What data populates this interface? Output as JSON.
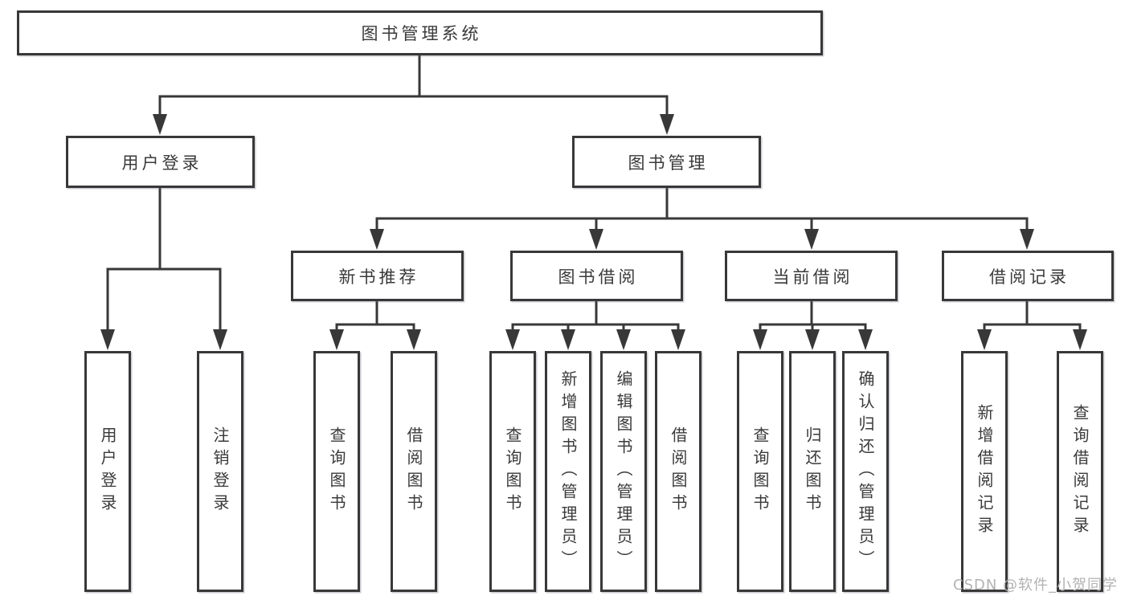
{
  "page": {
    "background": "#ffffff",
    "watermark": {
      "text": "CSDN @软件_小贺同学",
      "color": "#b3b3b3"
    }
  },
  "diagram": {
    "type": "tree",
    "border_color": "#383838",
    "text_color": "#3a3a3a",
    "root": {
      "label": "图书管理系统"
    },
    "branches": [
      {
        "label": "用户登录",
        "children": [
          {
            "label": "用户登录"
          },
          {
            "label": "注销登录"
          }
        ]
      },
      {
        "label": "图书管理",
        "children": [
          {
            "label": "新书推荐",
            "children": [
              {
                "label": "查询图书"
              },
              {
                "label": "借阅图书"
              }
            ]
          },
          {
            "label": "图书借阅",
            "children": [
              {
                "label": "查询图书"
              },
              {
                "label": "新增图书（管理员）"
              },
              {
                "label": "编辑图书（管理员）"
              },
              {
                "label": "借阅图书"
              }
            ]
          },
          {
            "label": "当前借阅",
            "children": [
              {
                "label": "查询图书"
              },
              {
                "label": "归还图书"
              },
              {
                "label": "确认归还（管理员）"
              }
            ]
          },
          {
            "label": "借阅记录",
            "children": [
              {
                "label": "新增借阅记录"
              },
              {
                "label": "查询借阅记录"
              }
            ]
          }
        ]
      }
    ]
  }
}
